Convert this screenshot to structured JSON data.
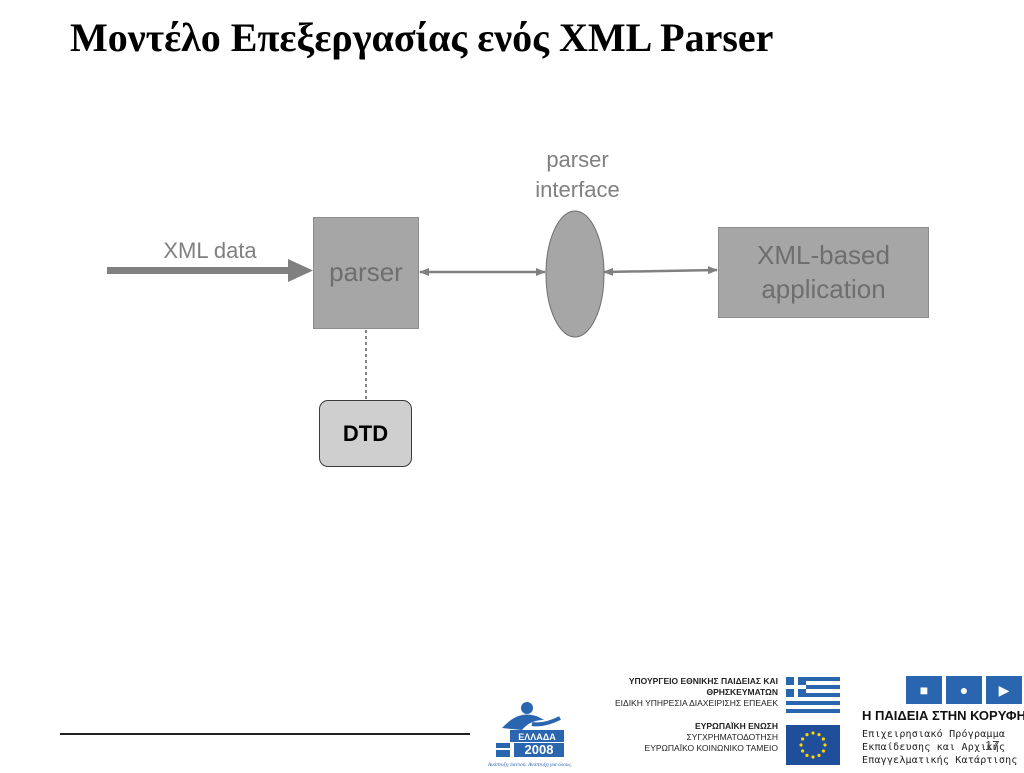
{
  "slide": {
    "title": "Μοντέλο Επεξεργασίας ενός XML Parser",
    "page_number": "17"
  },
  "diagram": {
    "xml_data_label": "XML data",
    "parser_label": "parser",
    "interface_label_line1": "parser",
    "interface_label_line2": "interface",
    "app_label_line1": "XML-based",
    "app_label_line2": "application",
    "dtd_label": "DTD"
  },
  "footer": {
    "ellada_logo_text": "ΕΛΛΑΔΑ",
    "ellada_logo_year": "2008",
    "ellada_tagline": "Ανάπτυξη παντού. Ανάπτυξη για όλους.",
    "ministry_line1": "ΥΠΟΥΡΓΕΙΟ ΕΘΝΙΚΗΣ ΠΑΙΔΕΙΑΣ ΚΑΙ ΘΡΗΣΚΕΥΜΑΤΩΝ",
    "ministry_line2": "ΕΙΔΙΚΗ ΥΠΗΡΕΣΙΑ ΔΙΑΧΕΙΡΙΣΗΣ ΕΠΕΑΕΚ",
    "eu_line1": "ΕΥΡΩΠΑΪΚΗ ΕΝΩΣΗ",
    "eu_line2": "ΣΥΓΧΡΗΜΑΤΟΔΟΤΗΣΗ",
    "eu_line3": "ΕΥΡΩΠΑΪΚΟ ΚΟΙΝΩΝΙΚΟ ΤΑΜΕΙΟ",
    "paideia_heading": "Η ΠΑΙΔΕΙΑ ΣΤΗΝ ΚΟΡΥΦΗ",
    "paideia_sub1": "Επιχειρησιακό Πρόγραμμα",
    "paideia_sub2": "Εκπαίδευσης και Αρχικής",
    "paideia_sub3": "Επαγγελματικής Κατάρτισης"
  },
  "colors": {
    "box_fill": "#a6a6a6",
    "dtd_fill": "#cfcfcf",
    "arrow": "#808080",
    "label": "#808080"
  }
}
